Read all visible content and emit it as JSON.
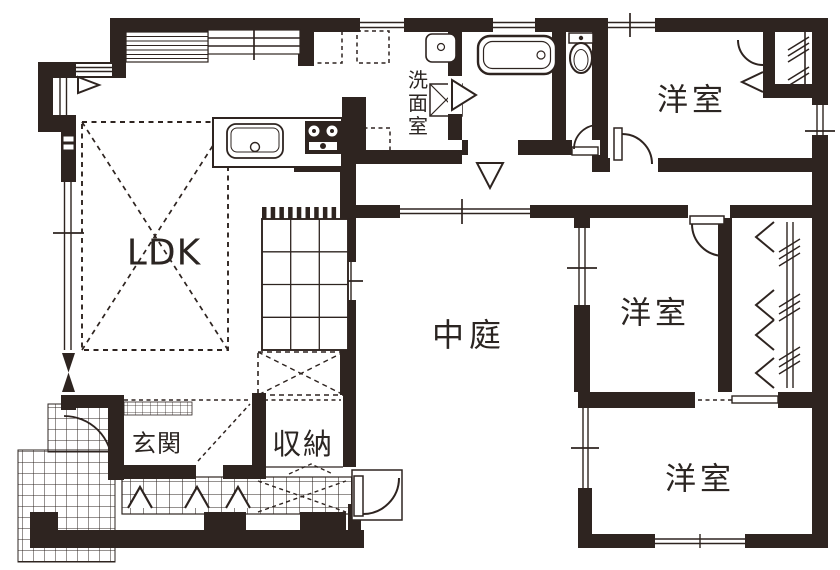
{
  "colors": {
    "wall": "#2e2420",
    "background": "#ffffff",
    "text": "#2b2522"
  },
  "rooms": {
    "ldk": {
      "label": "LDK"
    },
    "washroom": {
      "label": "洗面室"
    },
    "courtyard": {
      "label": "中庭"
    },
    "bedroom_top_right": {
      "label": "洋室"
    },
    "bedroom_middle_right": {
      "label": "洋室"
    },
    "bedroom_bottom_right": {
      "label": "洋室"
    },
    "entrance": {
      "label": "玄関"
    },
    "storage": {
      "label": "収納"
    }
  }
}
